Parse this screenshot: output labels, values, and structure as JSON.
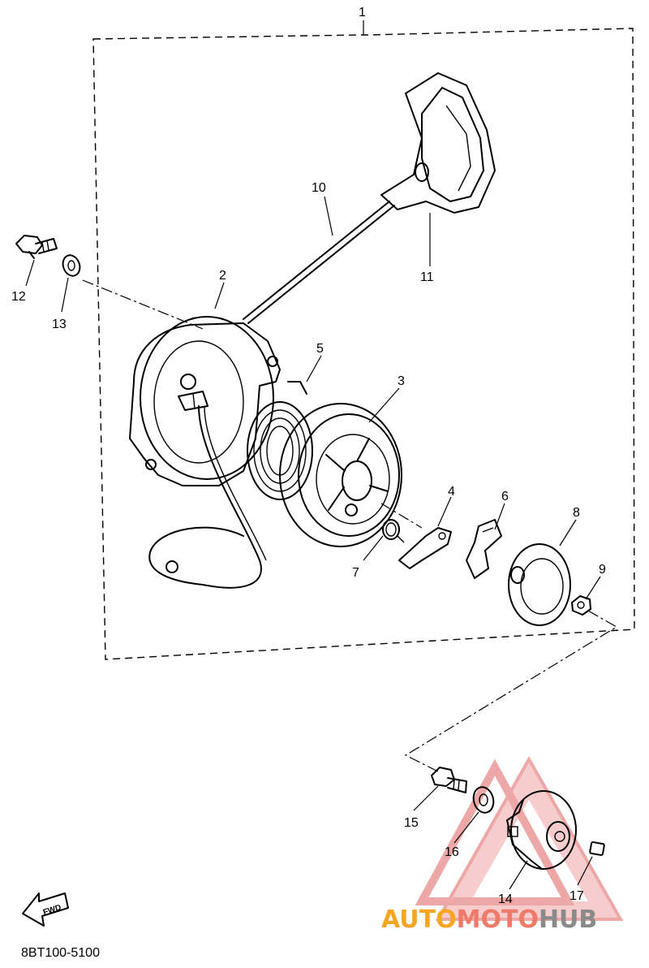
{
  "diagram": {
    "drawing_code": "8BT100-5100",
    "direction_tag": "FWD",
    "watermark": {
      "prefix": "AUTO",
      "middle": "MOTO",
      "suffix": "HUB",
      "color_prefix": "#f5a623",
      "color_middle": "#f07a6a",
      "color_suffix": "#8a8a8a"
    },
    "callouts": [
      "1",
      "2",
      "3",
      "4",
      "5",
      "6",
      "7",
      "8",
      "9",
      "10",
      "11",
      "12",
      "13",
      "14",
      "15",
      "16",
      "17"
    ]
  }
}
